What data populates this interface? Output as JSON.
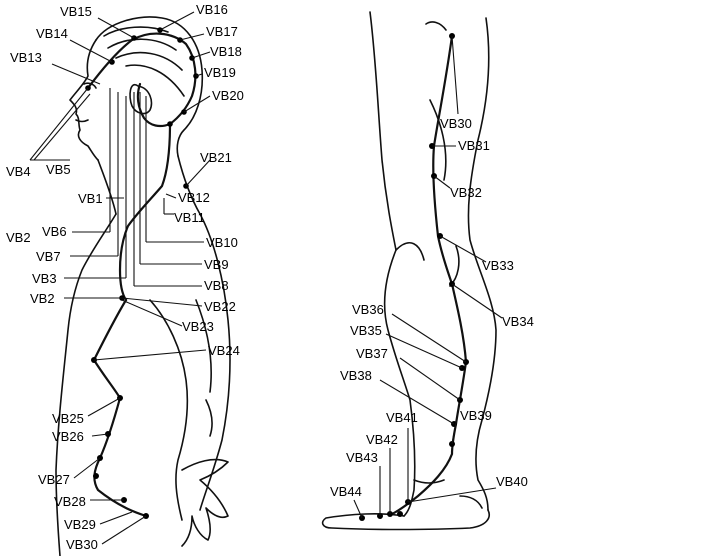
{
  "head_points": {
    "VB1": "VB1",
    "VB2": "VB2",
    "VB3": "VB3",
    "VB4": "VB4",
    "VB5": "VB5",
    "VB6": "VB6",
    "VB7": "VB7",
    "VB8": "VB8",
    "VB9": "VB9",
    "VB10": "VB10",
    "VB11": "VB11",
    "VB12": "VB12",
    "VB13": "VB13",
    "VB14": "VB14",
    "VB15": "VB15",
    "VB16": "VB16",
    "VB17": "VB17",
    "VB18": "VB18",
    "VB19": "VB19",
    "VB20": "VB20",
    "VB21": "VB21"
  },
  "torso_points": {
    "VB22": "VB22",
    "VB23": "VB23",
    "VB24": "VB24",
    "VB25": "VB25",
    "VB26": "VB26",
    "VB27": "VB27",
    "VB28": "VB28",
    "VB29": "VB29",
    "VB30": "VB30"
  },
  "leg_points": {
    "VB30": "VB30",
    "VB31": "VB31",
    "VB32": "VB32",
    "VB33": "VB33",
    "VB34": "VB34",
    "VB35": "VB35",
    "VB36": "VB36",
    "VB37": "VB37",
    "VB38": "VB38",
    "VB39": "VB39",
    "VB40": "VB40",
    "VB41": "VB41",
    "VB42": "VB42",
    "VB43": "VB43",
    "VB44": "VB44"
  }
}
